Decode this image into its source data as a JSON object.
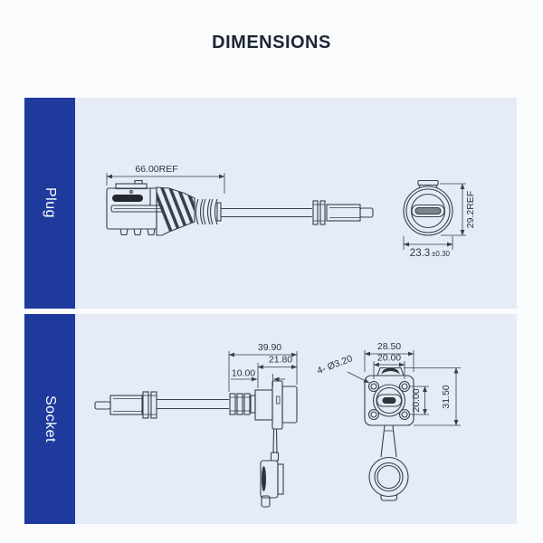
{
  "title": "DIMENSIONS",
  "colors": {
    "accent_blue": "#1f3a9d",
    "section_bg": "#e5ebf7",
    "page_bg": "#fafbfc",
    "line": "#3a4047"
  },
  "plug": {
    "label": "Plug",
    "dims": {
      "length": "66.00REF",
      "height": "29.2REF",
      "width": "23.3",
      "width_tolerance": "±0.30"
    }
  },
  "socket": {
    "label": "Socket",
    "dims": {
      "total_length": "39.90",
      "body_length": "21.80",
      "front_length": "10.00",
      "flange_width": "28.50",
      "hole_spacing_h": "20.00",
      "hole_note": "4- Ø3.20",
      "hole_spacing_v": "20.00",
      "flange_height": "31.50"
    }
  }
}
